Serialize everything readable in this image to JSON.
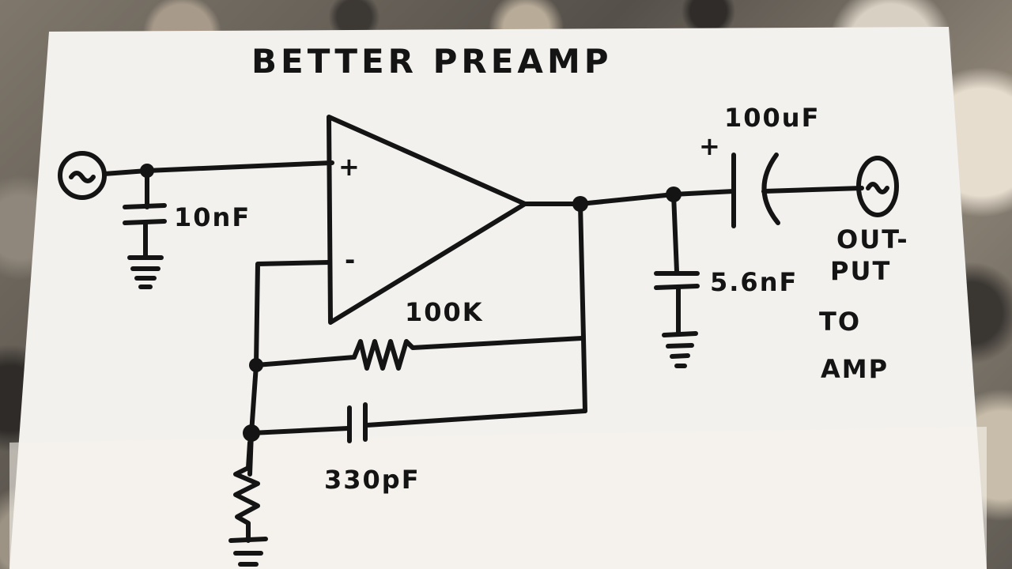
{
  "diagram": {
    "title": "BETTER PREAMP",
    "components": {
      "input_cap": "10nF",
      "feedback_resistor": "100K",
      "feedback_cap": "330pF",
      "output_cap": "100uF",
      "output_shunt_cap": "5.6nF"
    },
    "opamp": {
      "plus": "+",
      "minus": "-"
    },
    "output_polarity": "+",
    "output_label": [
      "OUT-",
      "PUT",
      "TO",
      "AMP"
    ]
  }
}
